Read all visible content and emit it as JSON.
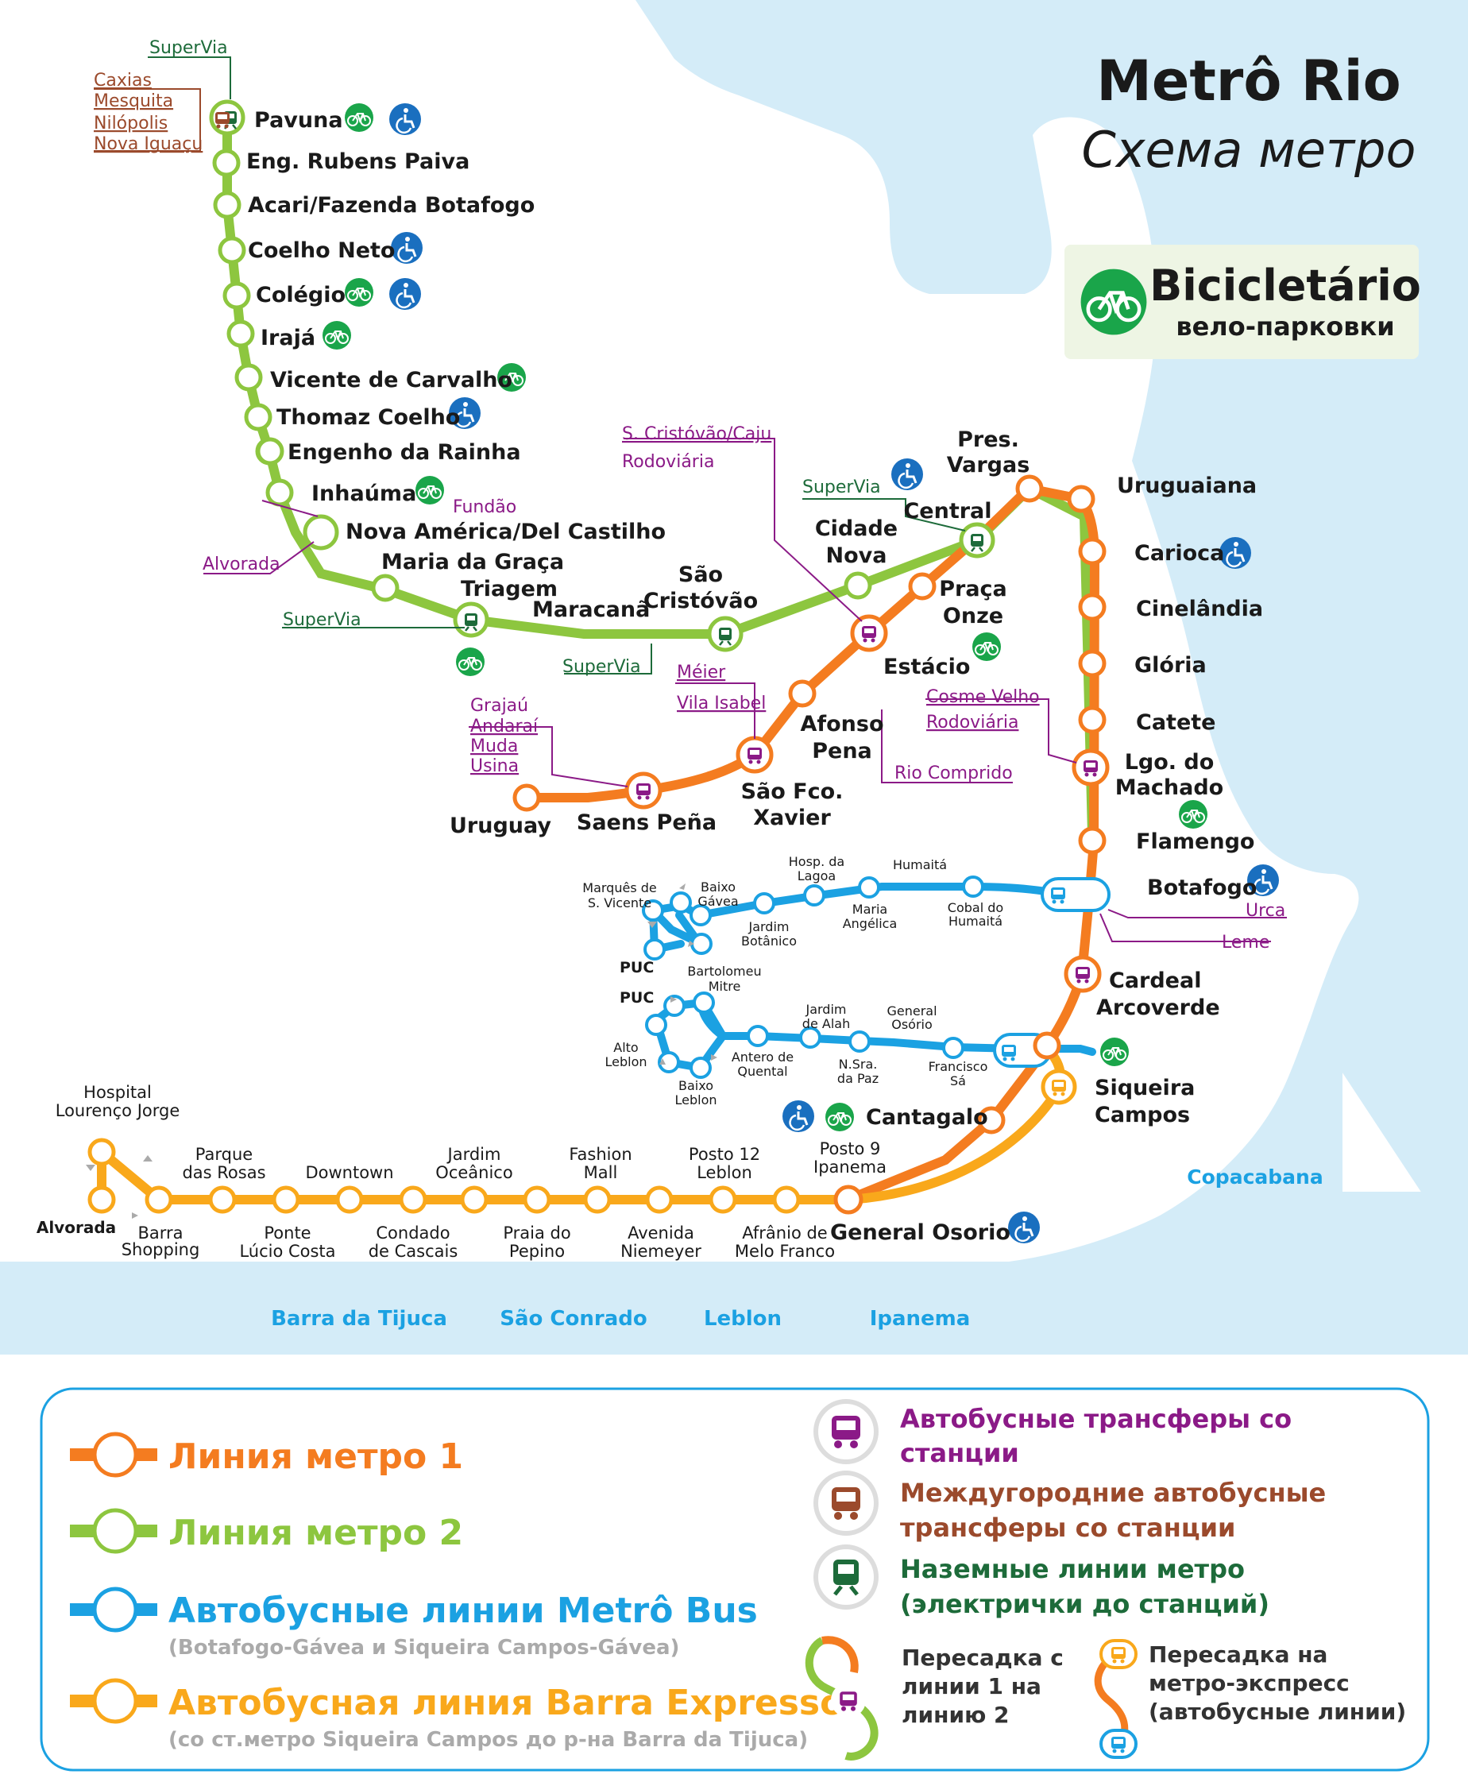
{
  "title": "Metrô Rio",
  "subtitle": "Схема метро",
  "bike_box": {
    "title": "Bicicletário",
    "subtitle": "вело-парковки"
  },
  "colors": {
    "water": "#d4ecf8",
    "line1": "#f47c20",
    "line2": "#8dc63f",
    "metrobus": "#1ba1e2",
    "barra": "#f9a81b",
    "bus_transfer": "#8b1a87",
    "intercity": "#9b4a2c",
    "train": "#1d6b3a",
    "bike_green": "#1aa54a",
    "access_blue": "#1a6fbf",
    "neighborhood": "#1ba1e2"
  },
  "stations": {
    "pavuna": "Pavuna",
    "eng_rubens": "Eng. Rubens Paiva",
    "acari": "Acari/Fazenda Botafogo",
    "coelho_neto": "Coelho Neto",
    "colegio": "Colégio",
    "iraja": "Irajá",
    "vicente": "Vicente de Carvalho",
    "thomaz": "Thomaz Coelho",
    "engenho": "Engenho da Rainha",
    "inhauma": "Inhaúma",
    "nova_america": "Nova América/Del Castilho",
    "maria_graca": "Maria da Graça",
    "triagem": "Triagem",
    "maracana": "Maracanã",
    "sao_cristovao_1": "São",
    "sao_cristovao_2": "Cristóvão",
    "cidade_nova_1": "Cidade",
    "cidade_nova_2": "Nova",
    "central": "Central",
    "pres_vargas_1": "Pres.",
    "pres_vargas_2": "Vargas",
    "uruguaiana": "Uruguaiana",
    "carioca": "Carioca",
    "cinelandia": "Cinelândia",
    "gloria": "Glória",
    "catete": "Catete",
    "largo_machado_1": "Lgo. do",
    "largo_machado_2": "Machado",
    "flamengo": "Flamengo",
    "botafogo": "Botafogo",
    "cardeal_1": "Cardeal",
    "cardeal_2": "Arcoverde",
    "siqueira_1": "Siqueira",
    "siqueira_2": "Campos",
    "cantagalo": "Cantagalo",
    "general_osorio": "General Osorio",
    "praca_onze_1": "Praça",
    "praca_onze_2": "Onze",
    "estacio": "Estácio",
    "afonso_1": "Afonso",
    "afonso_2": "Pena",
    "sao_fco_1": "São Fco.",
    "sao_fco_2": "Xavier",
    "saens_pena": "Saens Peña",
    "uruguay": "Uruguay"
  },
  "connections": {
    "supervia_pavuna": "SuperVia",
    "caxias": "Caxias",
    "mesquita": "Mesquita",
    "nilopolis": "Nilópolis",
    "nova_iguacu": "Nova Iguaçu",
    "fundao": "Fundão",
    "alvorada": "Alvorada",
    "supervia_triagem": "SuperVia",
    "supervia_sc": "SuperVia",
    "supervia_central": "SuperVia",
    "sc_caju": "S. Cristóvão/Caju",
    "rodoviaria_1": "Rodoviária",
    "meier": "Méier",
    "vila_isabel": "Vila Isabel",
    "grajau": "Grajaú",
    "andarai": "Andaraí",
    "muda": "Muda",
    "usina": "Usina",
    "cosme_velho": "Cosme Velho",
    "rodoviaria_2": "Rodoviária",
    "rio_comprido": "Rio Comprido",
    "urca": "Urca",
    "leme": "Leme"
  },
  "metrobus_stations": {
    "marques_1": "Marquês de",
    "marques_2": "S. Vicente",
    "baixo_gavea_1": "Baixo",
    "baixo_gavea_2": "Gávea",
    "jardim_bot_1": "Jardim",
    "jardim_bot_2": "Botânico",
    "hosp_lagoa_1": "Hosp. da",
    "hosp_lagoa_2": "Lagoa",
    "maria_ang_1": "Maria",
    "maria_ang_2": "Angélica",
    "humaita": "Humaitá",
    "cobal_1": "Cobal do",
    "cobal_2": "Humaitá",
    "puc_1": "PUC",
    "puc_2": "PUC",
    "bartolomeu_1": "Bartolomeu",
    "bartolomeu_2": "Mitre",
    "jardim_alah_1": "Jardim",
    "jardim_alah_2": "de Alah",
    "general_osorio_1": "General",
    "general_osorio_2": "Osório",
    "antero_1": "Antero de",
    "antero_2": "Quental",
    "nsra_1": "N.Sra.",
    "nsra_2": "da Paz",
    "francisco_1": "Francisco",
    "francisco_2": "Sá",
    "alto_leblon_1": "Alto",
    "alto_leblon_2": "Leblon",
    "baixo_leblon_1": "Baixo",
    "baixo_leblon_2": "Leblon"
  },
  "barra_stations": {
    "hospital_1": "Hospital",
    "hospital_2": "Lourenço Jorge",
    "alvorada": "Alvorada",
    "barra_1": "Barra",
    "barra_2": "Shopping",
    "parque_1": "Parque",
    "parque_2": "das Rosas",
    "ponte_1": "Ponte",
    "ponte_2": "Lúcio Costa",
    "downtown": "Downtown",
    "condado_1": "Condado",
    "condado_2": "de Cascais",
    "jardim_oc_1": "Jardim",
    "jardim_oc_2": "Oceânico",
    "praia_1": "Praia do",
    "praia_2": "Pepino",
    "fashion_1": "Fashion",
    "fashion_2": "Mall",
    "avenida_1": "Avenida",
    "avenida_2": "Niemeyer",
    "posto12_1": "Posto 12",
    "posto12_2": "Leblon",
    "afranio_1": "Afrânio de",
    "afranio_2": "Melo Franco",
    "posto9_1": "Posto 9",
    "posto9_2": "Ipanema"
  },
  "neighborhoods": {
    "copacabana": "Copacabana",
    "barra_tijuca": "Barra da Tijuca",
    "sao_conrado": "São Conrado",
    "leblon": "Leblon",
    "ipanema": "Ipanema"
  },
  "legend": {
    "line1": "Линия метро 1",
    "line2": "Линия метро 2",
    "metrobus": "Автобусные линии Metrô Bus",
    "metrobus_sub": "(Botafogo-Gávea и Siqueira Campos-Gávea)",
    "barra": "Автобусная линия Barra Expresso",
    "barra_sub": "(со ст.метро Siqueira Campos до р-на Barra da Tijuca)",
    "bus_1": "Автобусные трансферы со",
    "bus_2": "станции",
    "intercity_1": "Междугородние автобусные",
    "intercity_2": "трансферы со станции",
    "train_1": "Наземные линии метро",
    "train_2": "(электрички до станций)",
    "transfer_1": "Пересадка с",
    "transfer_2": "линии 1 на",
    "transfer_3": "линию 2",
    "express_1": "Пересадка на",
    "express_2": "метро-экспресс",
    "express_3": "(автобусные линии)"
  }
}
